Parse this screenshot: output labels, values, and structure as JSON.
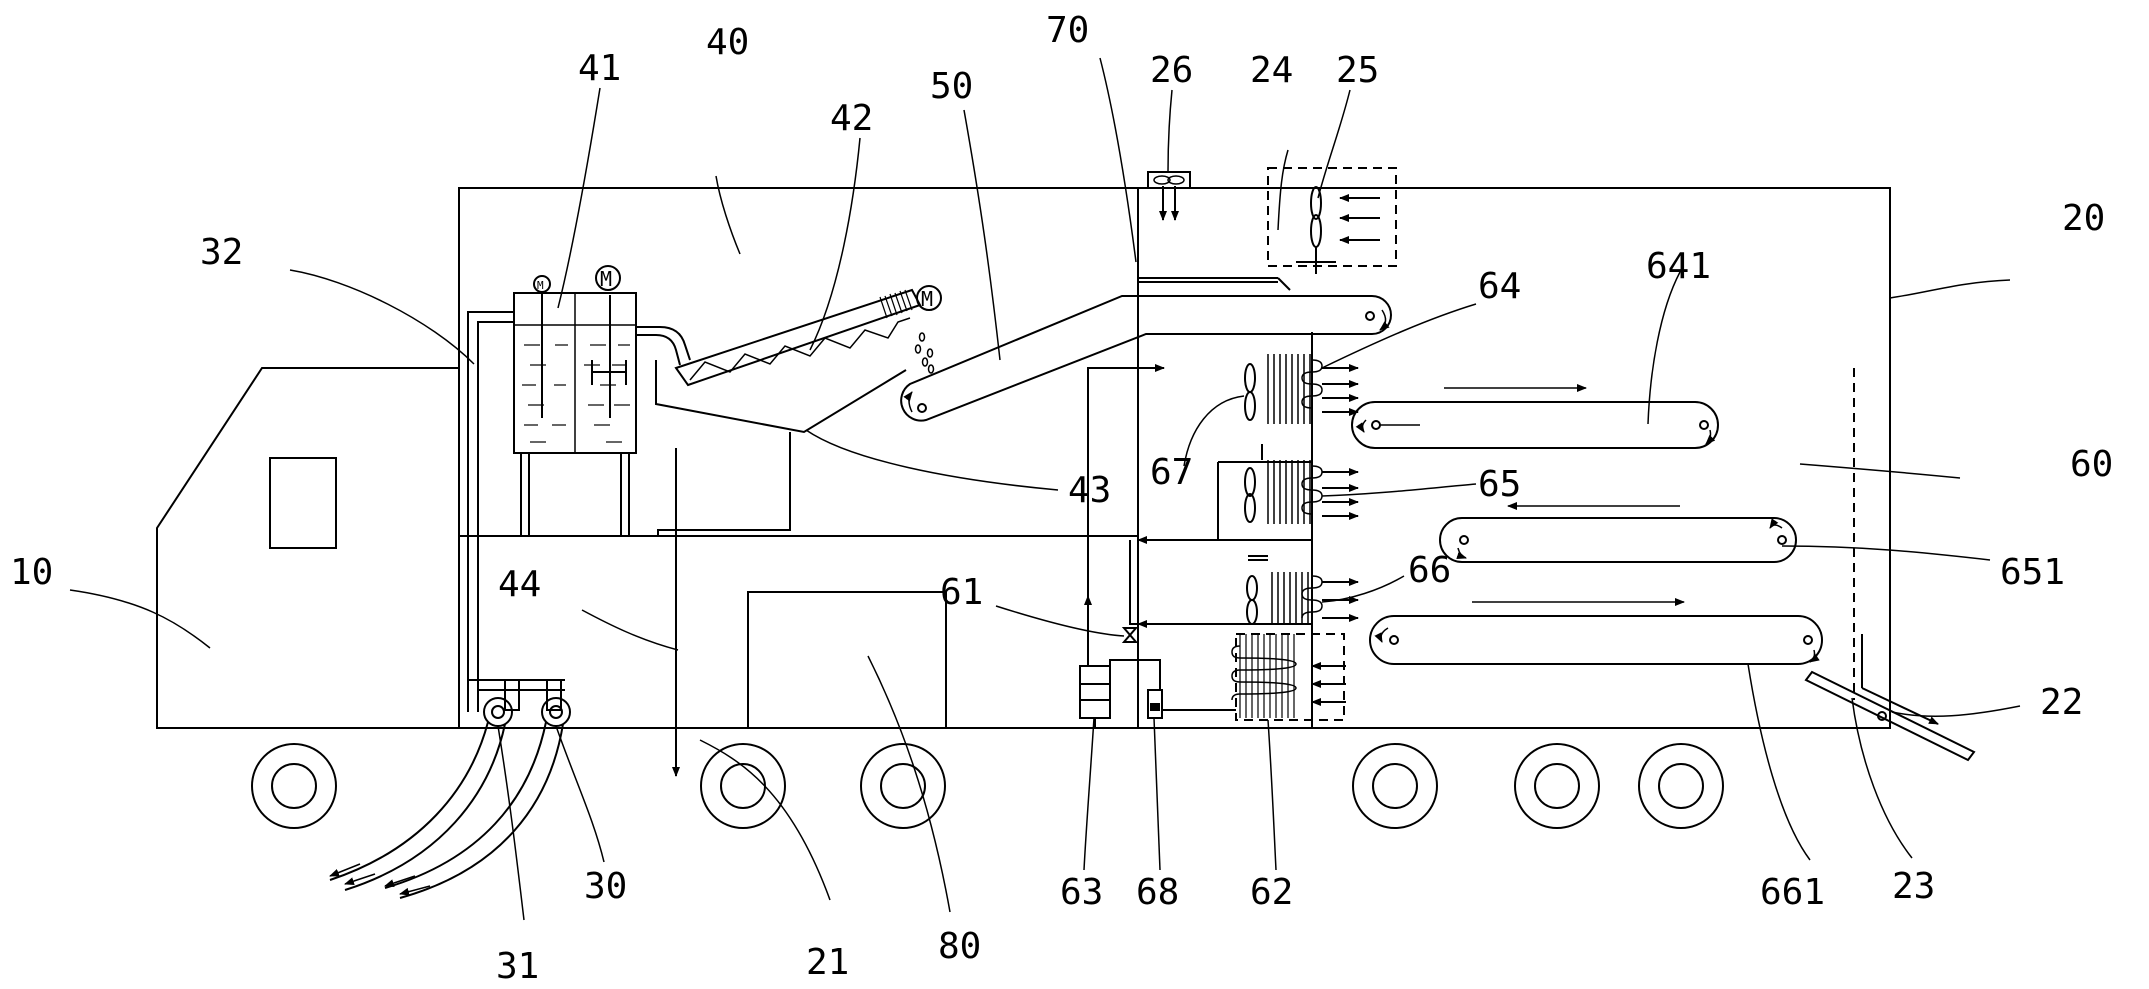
{
  "labels": {
    "l10": "10",
    "l20": "20",
    "l21": "21",
    "l22": "22",
    "l23": "23",
    "l24": "24",
    "l25": "25",
    "l26": "26",
    "l30": "30",
    "l31": "31",
    "l32": "32",
    "l40": "40",
    "l41": "41",
    "l42": "42",
    "l43": "43",
    "l44": "44",
    "l50": "50",
    "l60": "60",
    "l61": "61",
    "l62": "62",
    "l63": "63",
    "l64": "64",
    "l65": "65",
    "l66": "66",
    "l67": "67",
    "l68": "68",
    "l70": "70",
    "l80": "80",
    "l641": "641",
    "l651": "651",
    "l661": "661",
    "motor_small": "M",
    "motor_large": "M",
    "motor_auger": "M"
  }
}
